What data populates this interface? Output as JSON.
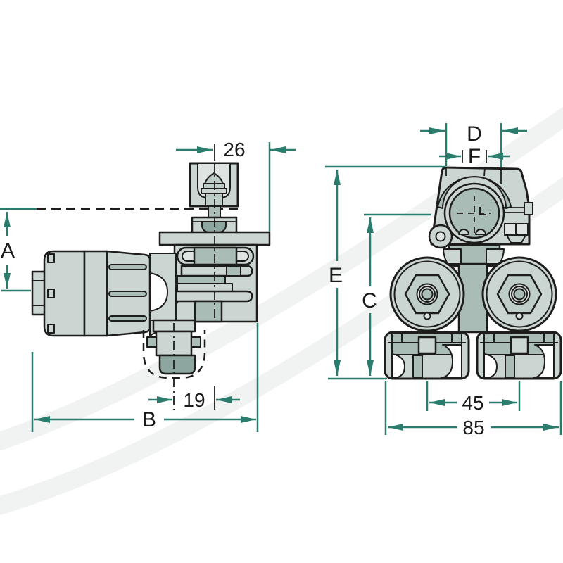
{
  "drawing": {
    "description": "Two-view engineering line drawing of a solenoid valve assembly with dimension callouts",
    "background_color": "#ffffff",
    "outline_color": "#1d1d1b",
    "dimension_line_color": "#2b7c6d",
    "dimension_text_color": "#1a1a1a",
    "fills": {
      "light": "#cbd5d1",
      "lighter": "#dde4e1",
      "medium": "#a9bcb6",
      "mid": "#bfcdc8",
      "dark": "#8da69f"
    },
    "views": {
      "side": {
        "dims": {
          "w26": "26",
          "A": "A",
          "w19": "19",
          "B": "B"
        }
      },
      "front": {
        "dims": {
          "D": "D",
          "F": "F",
          "E": "E",
          "C": "C",
          "w45": "45",
          "w85": "85"
        }
      }
    }
  }
}
